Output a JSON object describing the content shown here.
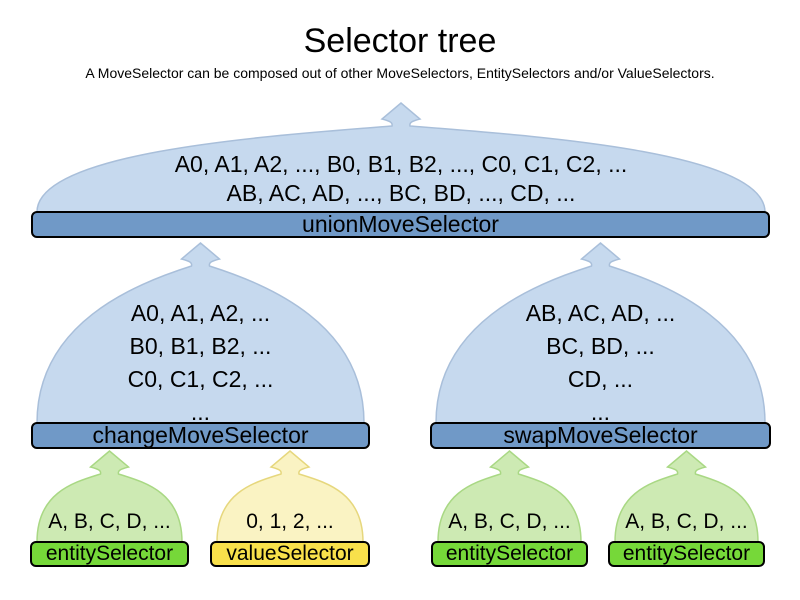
{
  "header": {
    "title": "Selector tree",
    "subtitle": "A MoveSelector can be composed out of other MoveSelectors, EntitySelectors and/or ValueSelectors."
  },
  "colors": {
    "blue_fill": "#c6d9ee",
    "blue_stroke": "#a9bfda",
    "blue_bar": "#7099c7",
    "green_fill": "#cdeab3",
    "green_stroke": "#a9d884",
    "green_bar": "#76d839",
    "yellow_fill": "#faf3c3",
    "yellow_stroke": "#e6d77d",
    "yellow_bar": "#f8e04b",
    "bar_border": "#000000",
    "text": "#000000"
  },
  "nodes": [
    {
      "id": "unionMoveSelector",
      "label": "unionMoveSelector",
      "kind": "moveSelector",
      "lines": [
        "A0, A1, A2, ..., B0, B1, B2, ..., C0, C1, C2, ...",
        "AB, AC, AD, ..., BC, BD, ..., CD, ..."
      ],
      "children": [
        "changeMoveSelector",
        "swapMoveSelector"
      ]
    },
    {
      "id": "changeMoveSelector",
      "label": "changeMoveSelector",
      "kind": "moveSelector",
      "lines": [
        "A0, A1, A2, ...",
        "B0, B1, B2, ...",
        "C0, C1, C2, ...",
        "..."
      ],
      "children": [
        "entitySelector",
        "valueSelector"
      ]
    },
    {
      "id": "swapMoveSelector",
      "label": "swapMoveSelector",
      "kind": "moveSelector",
      "lines": [
        "AB, AC, AD, ...",
        "BC, BD, ...",
        "CD, ...",
        "..."
      ],
      "children": [
        "entitySelector",
        "entitySelector"
      ]
    },
    {
      "id": "entitySelector1",
      "label": "entitySelector",
      "kind": "entitySelector",
      "lines": [
        "A, B, C, D, ..."
      ]
    },
    {
      "id": "valueSelector1",
      "label": "valueSelector",
      "kind": "valueSelector",
      "lines": [
        "0, 1, 2, ..."
      ]
    },
    {
      "id": "entitySelector2",
      "label": "entitySelector",
      "kind": "entitySelector",
      "lines": [
        "A, B, C, D, ..."
      ]
    },
    {
      "id": "entitySelector3",
      "label": "entitySelector",
      "kind": "entitySelector",
      "lines": [
        "A, B, C, D, ..."
      ]
    }
  ]
}
